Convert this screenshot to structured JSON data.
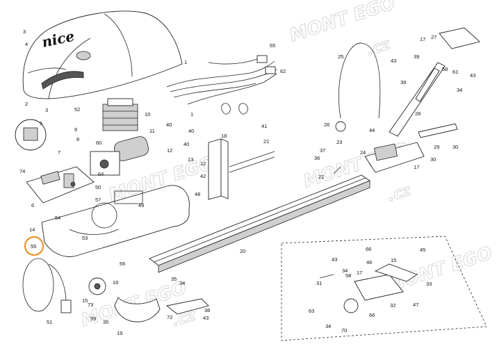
{
  "diagram": {
    "brand_text": "nice",
    "watermark_text": "MONT EGO",
    "watermark_suffix": ".cz",
    "highlight_color": "#e8962c",
    "highlighted_label": "55",
    "labels": [
      "1",
      "2",
      "3",
      "4",
      "5",
      "6",
      "7",
      "8",
      "9",
      "10",
      "11",
      "12",
      "13",
      "14",
      "15",
      "16",
      "17",
      "18",
      "19",
      "20",
      "21",
      "22",
      "23",
      "24",
      "25",
      "26",
      "27",
      "28",
      "29",
      "30",
      "31",
      "32",
      "33",
      "34",
      "35",
      "36",
      "37",
      "38",
      "39",
      "40",
      "41",
      "42",
      "43",
      "44",
      "45",
      "46",
      "47",
      "48",
      "49",
      "50",
      "51",
      "52",
      "53",
      "54",
      "55",
      "56",
      "57",
      "58",
      "59",
      "60",
      "61",
      "62",
      "63",
      "64",
      "65",
      "66",
      "70",
      "72",
      "73",
      "74"
    ]
  }
}
